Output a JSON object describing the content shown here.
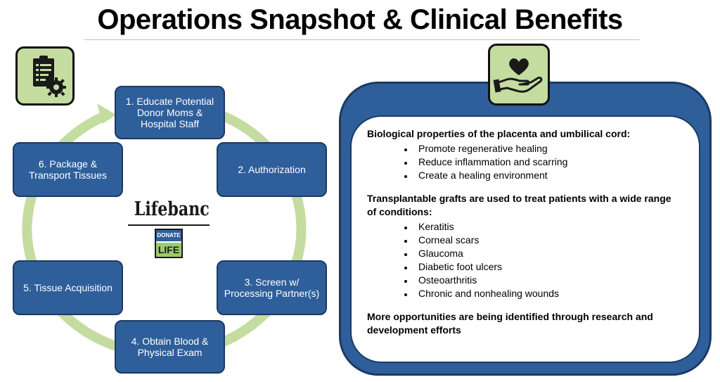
{
  "title": "Operations Snapshot & Clinical Benefits",
  "icons": {
    "left_tile": "clipboard-gear-icon",
    "right_tile": "heart-in-hand-icon"
  },
  "colors": {
    "step_fill": "#2e5f9a",
    "cycle_arrow": "#c5dca0",
    "icon_tile": "#c5dca0",
    "panel_fill": "#2e5f9a"
  },
  "cycle": {
    "steps": [
      "1. Educate Potential Donor Moms & Hospital Staff",
      "2. Authorization",
      "3. Screen w/ Processing Partner(s)",
      "4. Obtain Blood & Physical Exam",
      "5. Tissue Acquisition",
      "6. Package & Transport Tissues"
    ],
    "center_logo": {
      "name": "Lifebanc",
      "badge_top": "DONATE",
      "badge_bottom": "LIFE"
    }
  },
  "benefits": {
    "section1_heading": "Biological properties of the placenta and umbilical cord:",
    "section1_items": [
      "Promote regenerative healing",
      "Reduce inflammation and scarring",
      "Create a healing environment"
    ],
    "section2_heading": "Transplantable grafts are used to treat patients with a wide range of conditions:",
    "section2_items": [
      "Keratitis",
      "Corneal scars",
      "Glaucoma",
      "Diabetic foot ulcers",
      "Osteoarthritis",
      "Chronic and nonhealing wounds"
    ],
    "closing": "More opportunities are being identified through research and development efforts"
  }
}
